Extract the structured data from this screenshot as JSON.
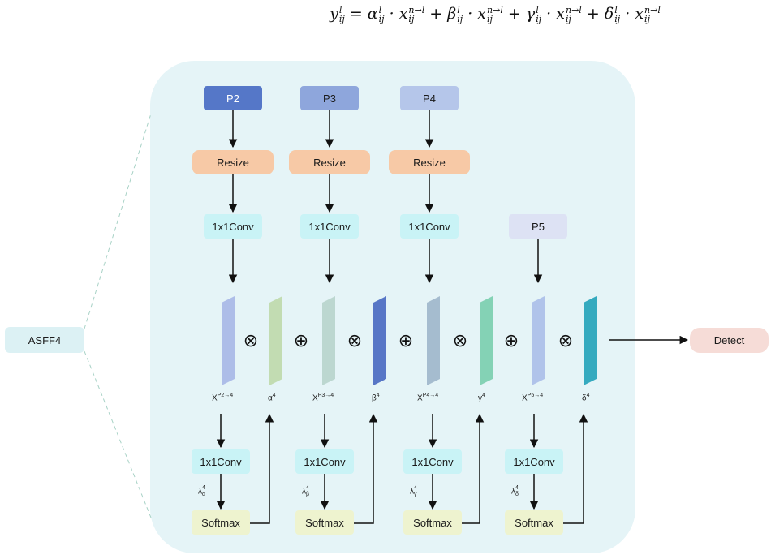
{
  "formula": {
    "lhs": "y",
    "lhs_sup": "l",
    "lhs_sub": "ij",
    "terms": [
      {
        "coef": "α",
        "x_sup": "n→l"
      },
      {
        "coef": "β",
        "x_sup": "n→l"
      },
      {
        "coef": "γ",
        "x_sup": "n→l"
      },
      {
        "coef": "δ",
        "x_sup": "n→l"
      }
    ],
    "coef_sup": "l",
    "sub": "ij"
  },
  "asff": "ASFF4",
  "detect": "Detect",
  "inputs": [
    "P2",
    "P3",
    "P4",
    "P5"
  ],
  "resize": "Resize",
  "conv": "1x1Conv",
  "softmax": "Softmax",
  "x_labels": [
    {
      "base": "X",
      "sup": "P2→4"
    },
    {
      "base": "X",
      "sup": "P3→4"
    },
    {
      "base": "X",
      "sup": "P4→4"
    },
    {
      "base": "X",
      "sup": "P5→4"
    }
  ],
  "weight_labels": [
    {
      "base": "α",
      "sup": "4"
    },
    {
      "base": "β",
      "sup": "4"
    },
    {
      "base": "γ",
      "sup": "4"
    },
    {
      "base": "δ",
      "sup": "4"
    }
  ],
  "lambda_labels": [
    {
      "base": "λ",
      "sup": "4",
      "sub": "α"
    },
    {
      "base": "λ",
      "sup": "4",
      "sub": "β"
    },
    {
      "base": "λ",
      "sup": "4",
      "sub": "γ"
    },
    {
      "base": "λ",
      "sup": "4",
      "sub": "δ"
    }
  ],
  "ops": {
    "times": "⊗",
    "plus": "⊕"
  },
  "colors": {
    "panel": "#e5f4f7",
    "p2": "#5577c8",
    "p3": "#8ea6dc",
    "p4": "#b5c6ea",
    "p5": "#dde2f4",
    "resize": "#f7c9a6",
    "conv": "#c9f3f6",
    "softmax": "#eef3cf",
    "asff": "#dcf1f4",
    "detect": "#f6dcd7",
    "feature": [
      "#adbde8",
      "#bcd7d0",
      "#a5bccf",
      "#b0c3ea"
    ],
    "weight": [
      "#c2dcb2",
      "#5776c6",
      "#84d2b5",
      "#35aabf"
    ]
  }
}
